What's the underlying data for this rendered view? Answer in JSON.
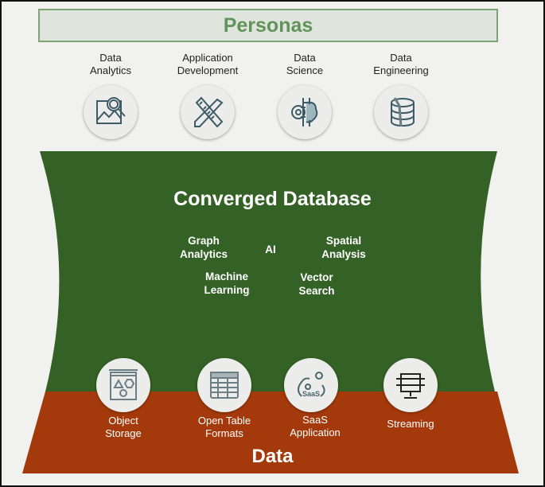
{
  "header": {
    "title": "Personas"
  },
  "personas": [
    {
      "line1": "Data",
      "line2": "Analytics",
      "icon": "analytics-magnifier-icon"
    },
    {
      "line1": "Application",
      "line2": "Development",
      "icon": "ruler-pencil-icon"
    },
    {
      "line1": "Data",
      "line2": "Science",
      "icon": "gear-brain-circuit-icon"
    },
    {
      "line1": "Data",
      "line2": "Engineering",
      "icon": "database-wrench-icon"
    }
  ],
  "core": {
    "title": "Converged Database",
    "capabilities": [
      {
        "line1": "Graph",
        "line2": "Analytics"
      },
      {
        "line1": "AI",
        "line2": ""
      },
      {
        "line1": "Spatial",
        "line2": "Analysis"
      },
      {
        "line1": "Machine",
        "line2": "Learning"
      },
      {
        "line1": "Vector",
        "line2": "Search"
      }
    ]
  },
  "sources": [
    {
      "line1": "Object",
      "line2": "Storage",
      "icon": "object-storage-shapes-icon"
    },
    {
      "line1": "Open Table",
      "line2": "Formats",
      "icon": "table-icon"
    },
    {
      "line1": "SaaS",
      "line2": "Application",
      "icon": "saas-cloud-gear-icon"
    },
    {
      "line1": "Streaming",
      "line2": "",
      "icon": "streaming-icon"
    }
  ],
  "data_layer": {
    "title": "Data"
  },
  "colors": {
    "green": "#346125",
    "red": "#a43a0b",
    "icon": "#4a6670"
  }
}
